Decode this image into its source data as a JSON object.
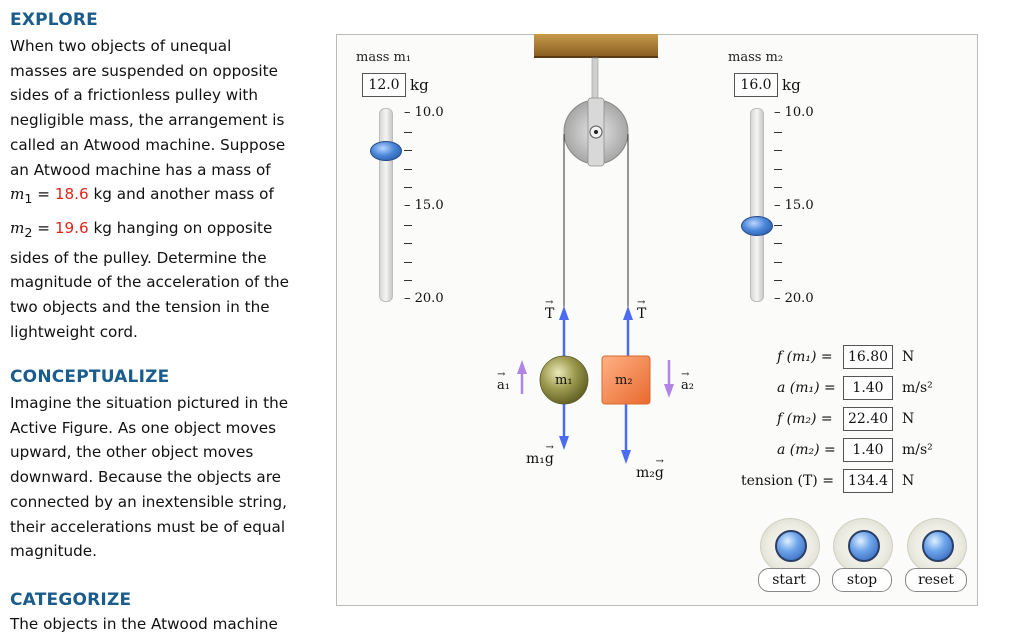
{
  "explore": {
    "heading": "EXPLORE",
    "line1": "When two objects of unequal",
    "line2": "masses are suspended on opposite",
    "line3": "sides of a frictionless pulley with",
    "line4": "negligible mass, the arrangement is",
    "line5": "called an Atwood machine. Suppose",
    "line6": "an Atwood machine has a mass of",
    "m1_prefix": "m",
    "m1_sub": "1",
    "m1_eq": " = ",
    "m1_value": "18.6",
    "m1_suffix": " kg and another mass of",
    "m2_prefix": "m",
    "m2_sub": "2",
    "m2_eq": " = ",
    "m2_value": "19.6",
    "m2_suffix": " kg hanging on opposite",
    "line9": "sides of the pulley. Determine the",
    "line10": "magnitude of the acceleration of the",
    "line11": "two objects and the tension in the",
    "line12": "lightweight cord."
  },
  "conceptualize": {
    "heading": "CONCEPTUALIZE",
    "line1": "Imagine the situation pictured in the",
    "line2": "Active Figure. As one object moves",
    "line3": "upward, the other object moves",
    "line4": "downward. Because the objects are",
    "line5": "connected by an inextensible string,",
    "line6": "their accelerations must be of equal",
    "line7": "magnitude."
  },
  "categorize": {
    "heading": "CATEGORIZE",
    "line1": "The objects in the Atwood machine"
  },
  "simulation": {
    "mass1_label": "mass m₁",
    "mass1_value": "12.0",
    "mass1_unit": "kg",
    "mass2_label": "mass m₂",
    "mass2_value": "16.0",
    "mass2_unit": "kg",
    "slider1_level_kg": 12.0,
    "slider2_level_kg": 16.0,
    "slider_ticks": [
      "10.0",
      "15.0",
      "20.0"
    ],
    "tension_arrow_label": "T",
    "accel1_label": "a₁",
    "accel2_label": "a₂",
    "mass1_ball_label": "m₁",
    "mass2_block_label": "m₂",
    "weight1_label": "m₁g",
    "weight2_label": "m₂g",
    "readouts": {
      "f_m1_label": "f (m₁) =",
      "f_m1_value": "16.80",
      "f_m1_unit": "N",
      "a_m1_label": "a (m₁) =",
      "a_m1_value": "1.40",
      "a_m1_unit": "m/s²",
      "f_m2_label": "f (m₂) =",
      "f_m2_value": "22.40",
      "f_m2_unit": "N",
      "a_m2_label": "a (m₂) =",
      "a_m2_value": "1.40",
      "a_m2_unit": "m/s²",
      "tension_label": "tension (T) =",
      "tension_value": "134.4",
      "tension_unit": "N"
    },
    "buttons": {
      "start": "start",
      "stop": "stop",
      "reset": "reset"
    }
  },
  "colors": {
    "heading": "#1a5c8c",
    "highlight_value": "#e0251e",
    "force_arrow": "#4b6cf0",
    "accel_arrow": "#b184e6",
    "block_m2": "#f7874a",
    "ball_m1": "#7b7b33"
  }
}
